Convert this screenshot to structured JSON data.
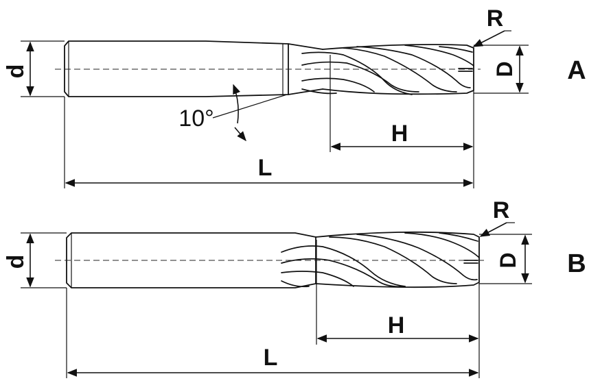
{
  "variant_a": {
    "id": "A",
    "shank_diameter": "d",
    "cutter_diameter": "D",
    "corner_radius": "R",
    "flute_length": "H",
    "overall_length": "L",
    "neck_angle": "10°"
  },
  "variant_b": {
    "id": "B",
    "shank_diameter": "d",
    "cutter_diameter": "D",
    "corner_radius": "R",
    "flute_length": "H",
    "overall_length": "L"
  }
}
